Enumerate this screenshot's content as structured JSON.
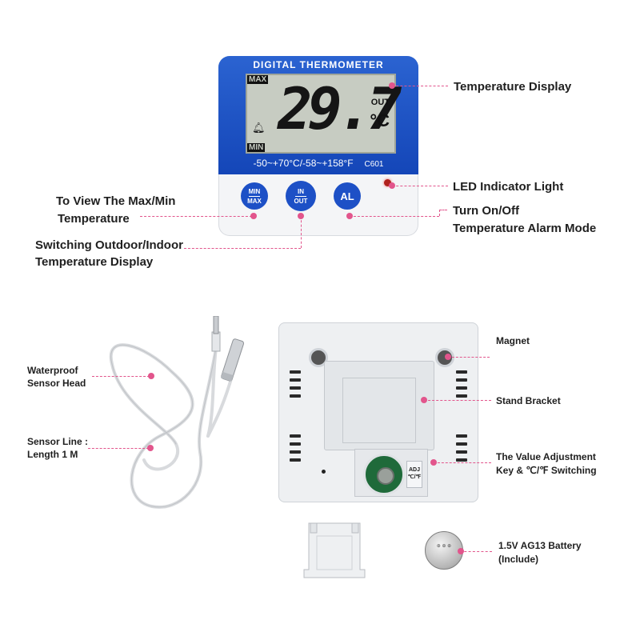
{
  "front": {
    "title": "DIGITAL THERMOMETER",
    "lcd": {
      "max_tag": "MAX",
      "min_tag": "MIN",
      "temperature": "29.7",
      "out_tag": "OUT",
      "unit": "°C"
    },
    "range": "-50~+70°C/-58~+158°F",
    "model": "C601",
    "buttons": {
      "minmax_top": "MIN",
      "minmax_bottom": "MAX",
      "inout_top": "IN",
      "inout_bottom": "OUT",
      "al": "AL"
    }
  },
  "callouts": {
    "temperature_display": "Temperature Display",
    "led_indicator": "LED Indicator Light",
    "alarm_mode_1": "Turn On/Off",
    "alarm_mode_2": "Temperature Alarm Mode",
    "maxmin_1": "To View The Max/Min",
    "maxmin_2": "Temperature",
    "switching_1": "Switching Outdoor/Indoor",
    "switching_2": "Temperature Display",
    "magnet": "Magnet",
    "stand_bracket": "Stand Bracket",
    "adjust_1": "The Value Adjustment",
    "adjust_2": "Key & ℃/℉ Switching",
    "battery_1": "1.5V AG13 Battery",
    "battery_2": "(Include)",
    "waterproof_1": "Waterproof",
    "waterproof_2": "Sensor Head",
    "sensor_line_1": "Sensor Line :",
    "sensor_line_2": "Length 1 M"
  },
  "back": {
    "adj_label_top": "ADJ",
    "adj_label_bottom": "℃/℉"
  },
  "colors": {
    "accent_blue": "#1d50c6",
    "callout_pink": "#e2558c",
    "led_red": "#b0211d"
  }
}
